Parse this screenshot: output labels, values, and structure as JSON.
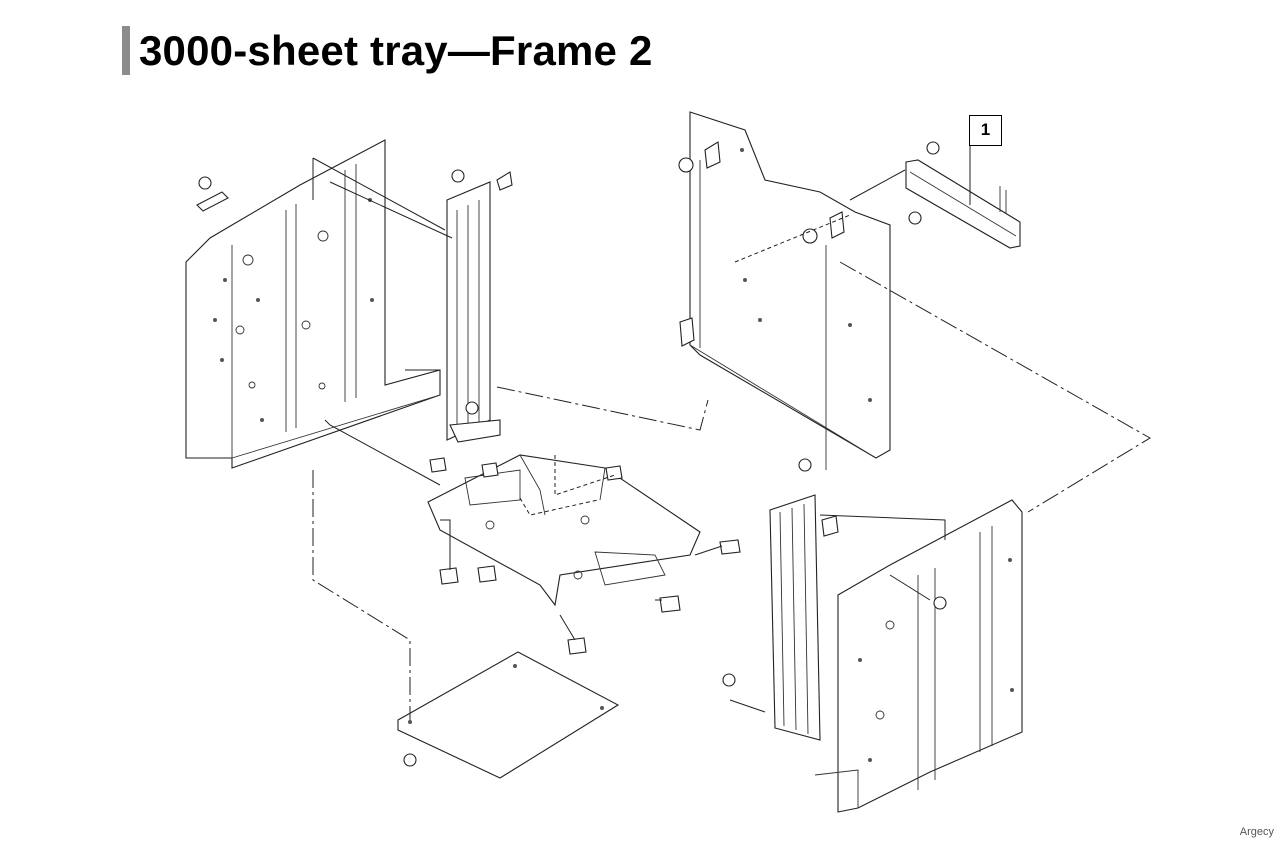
{
  "header": {
    "title": "3000-sheet tray—Frame 2"
  },
  "callouts": [
    {
      "label": "1"
    }
  ],
  "footer": {
    "watermark": "Argecy"
  }
}
